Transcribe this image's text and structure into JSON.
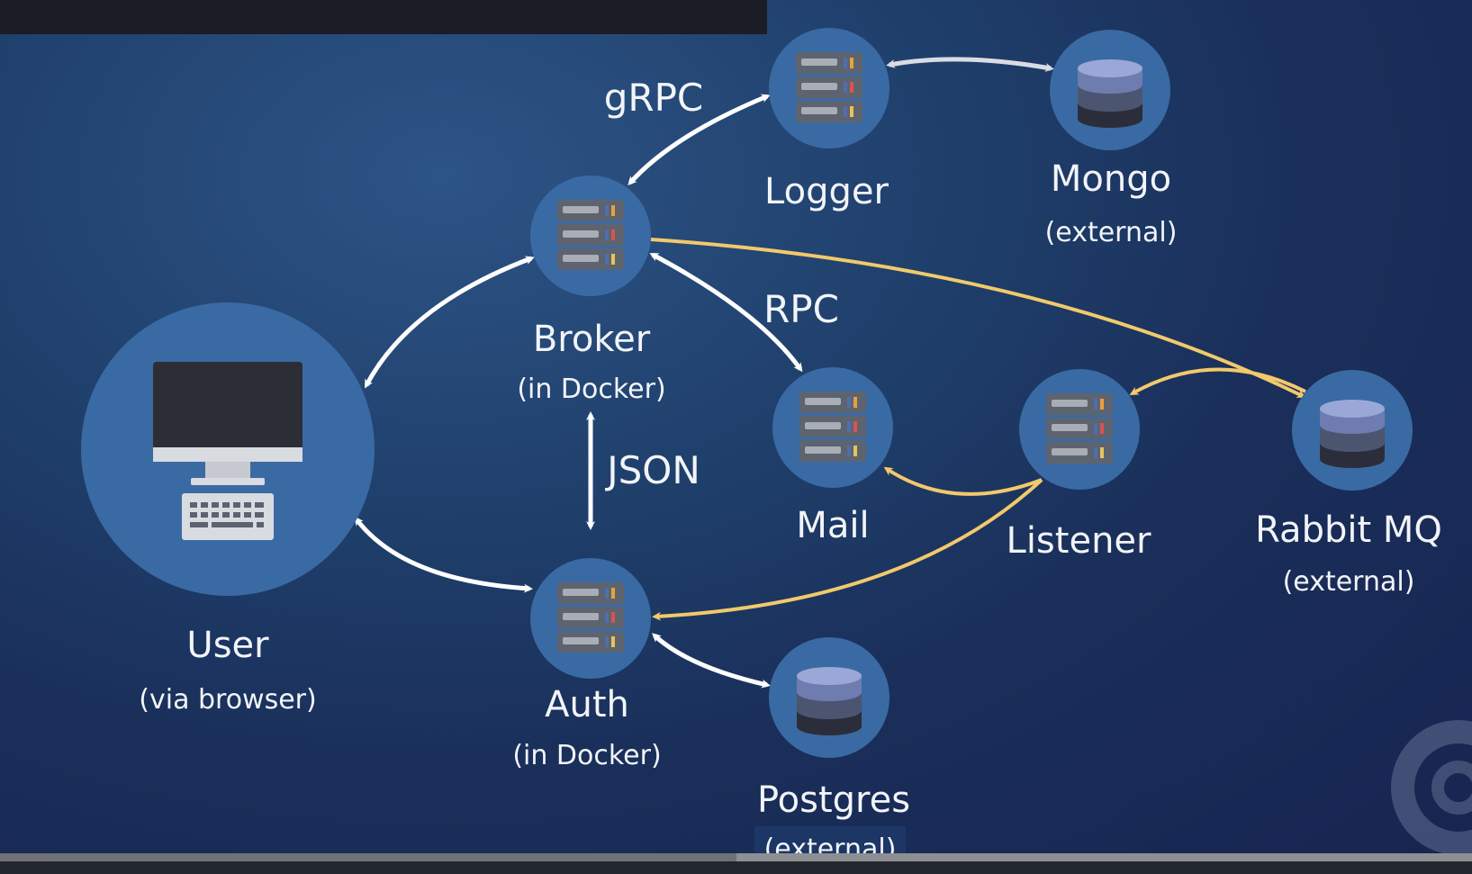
{
  "nodes": {
    "logger": {
      "label": "Logger"
    },
    "mongo": {
      "label": "Mongo",
      "sublabel": "(external)"
    },
    "broker": {
      "label": "Broker",
      "sublabel": "(in Docker)"
    },
    "mail": {
      "label": "Mail"
    },
    "listener": {
      "label": "Listener"
    },
    "rabbitmq": {
      "label": "Rabbit MQ",
      "sublabel": "(external)"
    },
    "user": {
      "label": "User",
      "sublabel": "(via browser)"
    },
    "auth": {
      "label": "Auth",
      "sublabel": "(in Docker)"
    },
    "postgres": {
      "label": "Postgres",
      "sublabel": "(external)"
    }
  },
  "edges": {
    "broker_logger": "gRPC",
    "broker_mail": "RPC",
    "broker_auth": "JSON"
  },
  "colors": {
    "node_fill": "#3a6aa3",
    "white_arrow": "#ffffff",
    "queue_arrow": "#f2c96b"
  },
  "icons": {
    "server": "server-rack-icon",
    "database": "database-icon",
    "computer": "desktop-computer-icon"
  }
}
